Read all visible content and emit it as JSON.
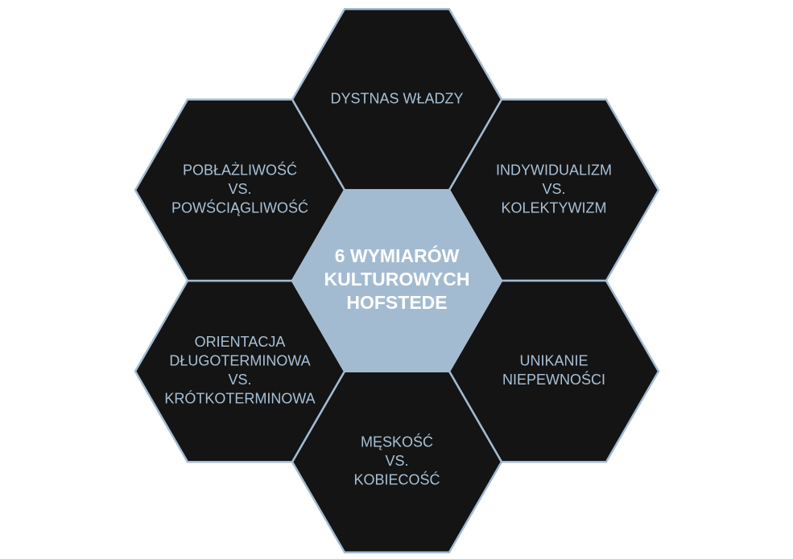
{
  "colors": {
    "outer_fill": "#141414",
    "outer_text": "#a8c0d6",
    "center_fill": "#a3bbd1",
    "center_text": "#ffffff",
    "border": "#a3bbd1"
  },
  "center": {
    "lines": [
      "6 WYMIARÓW",
      "KULTUROWYCH",
      "HOFSTEDE"
    ]
  },
  "hexagons": [
    {
      "name": "hex-power-distance",
      "lines": [
        "DYSTNAS WŁADZY"
      ]
    },
    {
      "name": "hex-individualism",
      "lines": [
        "INDYWIDUALIZM",
        "VS.",
        "KOLEKTYWIZM"
      ]
    },
    {
      "name": "hex-uncertainty-avoidance",
      "lines": [
        "UNIKANIE",
        "NIEPEWNOŚCI"
      ]
    },
    {
      "name": "hex-masculinity",
      "lines": [
        "MĘSKOŚĆ",
        "VS.",
        "KOBIECOŚĆ"
      ]
    },
    {
      "name": "hex-long-term-orientation",
      "lines": [
        "ORIENTACJA",
        "DŁUGOTERMINOWA",
        "VS.",
        "KRÓTKOTERMINOWA"
      ]
    },
    {
      "name": "hex-indulgence",
      "lines": [
        "POBŁAŻLIWOŚĆ",
        "VS.",
        "POWŚCIĄGLIWOŚĆ"
      ]
    }
  ]
}
